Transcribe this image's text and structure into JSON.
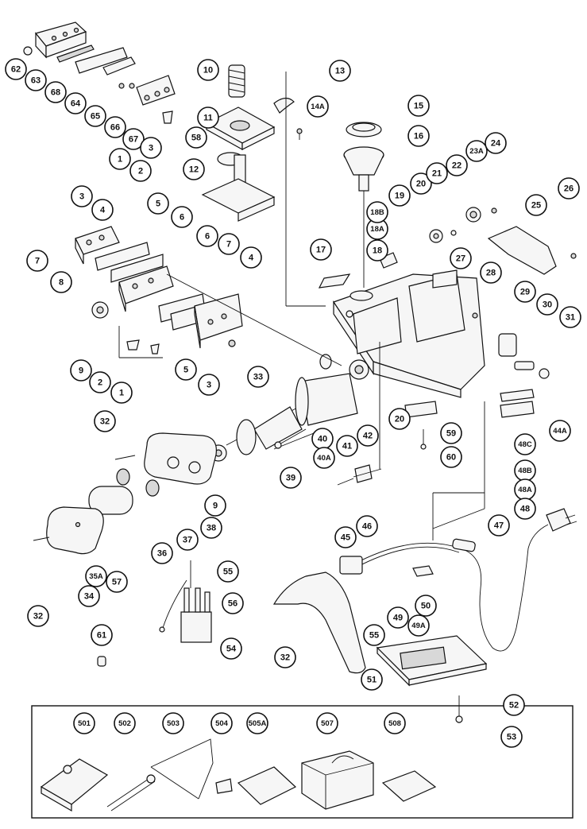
{
  "diagram": {
    "type": "exploded-parts-diagram",
    "labels": [
      "62",
      "63",
      "68",
      "64",
      "65",
      "66",
      "67",
      "3",
      "10",
      "11",
      "58",
      "12",
      "13",
      "14A",
      "15",
      "16",
      "1",
      "2",
      "3",
      "4",
      "5",
      "6",
      "7",
      "8",
      "9",
      "2",
      "1",
      "5",
      "3",
      "6",
      "7",
      "4",
      "17",
      "18",
      "18A",
      "18B",
      "19",
      "20",
      "21",
      "22",
      "23A",
      "24",
      "25",
      "26",
      "27",
      "28",
      "29",
      "30",
      "31",
      "44A",
      "33",
      "40",
      "40A",
      "41",
      "42",
      "20",
      "59",
      "60",
      "32",
      "9",
      "38",
      "39",
      "45",
      "46",
      "36",
      "37",
      "35A",
      "34",
      "32",
      "48C",
      "48B",
      "48A",
      "48",
      "47",
      "50",
      "49",
      "49A",
      "55",
      "55",
      "56",
      "54",
      "57",
      "61",
      "32",
      "51",
      "52",
      "53"
    ],
    "accessories": [
      "501",
      "502",
      "503",
      "504",
      "505A",
      "507",
      "508"
    ]
  }
}
